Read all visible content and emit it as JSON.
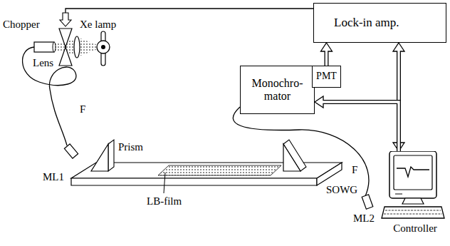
{
  "diagram": {
    "nodes": [
      {
        "text": [
          "Lock-in amp."
        ]
      },
      {
        "text": [
          "Monochro- mator"
        ]
      },
      {
        "text": [
          "PMT"
        ]
      },
      {
        "text": [
          "Controller"
        ]
      }
    ],
    "edges": [
      {
        "from": 2,
        "to": 0,
        "arrow": "to"
      },
      {
        "from": 0,
        "to": 3,
        "arrow": "both"
      },
      {
        "from": 3,
        "to": 1,
        "arrow": "to"
      }
    ],
    "labels": [
      "Chopper",
      "Xe lamp",
      "Lens",
      "F",
      "ML1",
      "Prism",
      "F",
      "ML2",
      "SOWG",
      "LB-film"
    ]
  }
}
